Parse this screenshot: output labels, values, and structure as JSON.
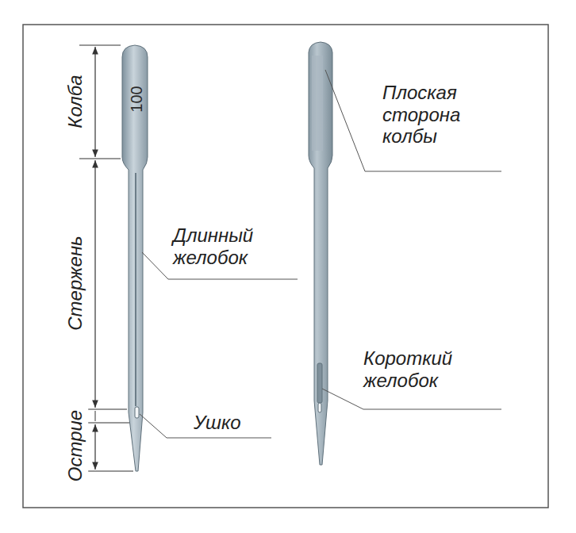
{
  "diagram": {
    "labels": [
      "Колба",
      "100",
      "Стержень",
      "Длинный желобок",
      "Острие",
      "Ушко",
      "Плоская сторона колбы",
      "Короткий желобок"
    ]
  }
}
